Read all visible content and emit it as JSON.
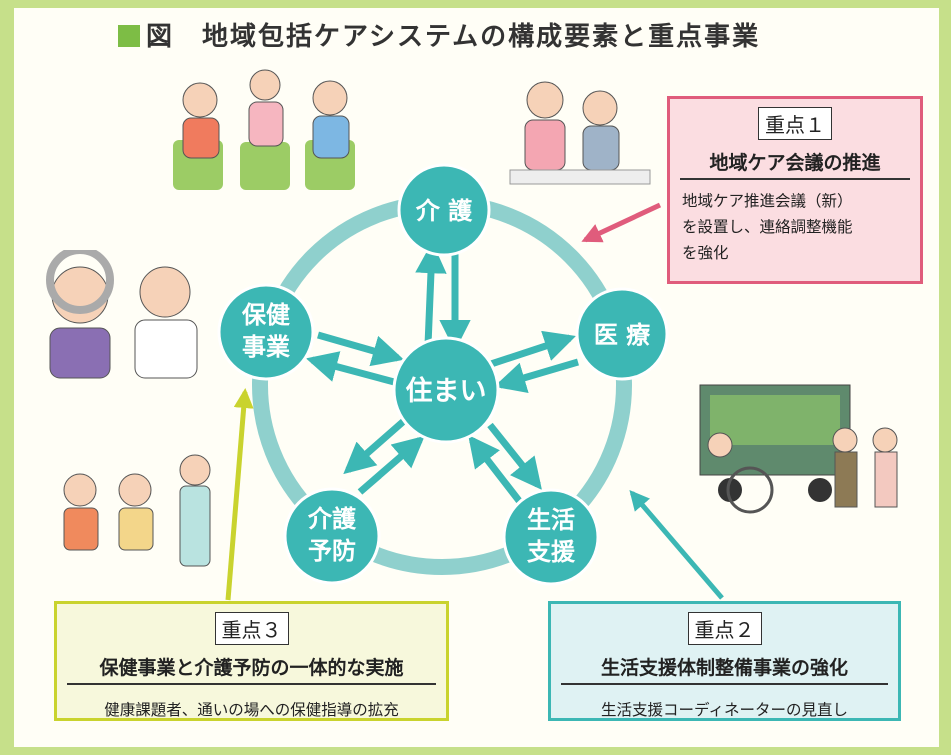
{
  "title": "図　地域包括ケアシステムの構成要素と重点事業",
  "colors": {
    "teal": "#3cb7b4",
    "ring": "#8fd0cd",
    "pink": "#e05c7c",
    "yellow": "#c9d32e",
    "green": "#7dbd45"
  },
  "nodes": {
    "center": "住まい",
    "kaigo": "介 護",
    "iryo": "医 療",
    "seikatsu": [
      "生活",
      "支援"
    ],
    "yobo": [
      "介護",
      "予防"
    ],
    "hoken": [
      "保健",
      "事業"
    ]
  },
  "priority1": {
    "tag": "重点１",
    "heading": "地域ケア会議の推進",
    "body": [
      "地域ケア推進会議（新）",
      "を設置し、連絡調整機能",
      "を強化"
    ]
  },
  "priority2": {
    "tag": "重点２",
    "heading": "生活支援体制整備事業の強化",
    "body": "生活支援コーディネーターの見直し"
  },
  "priority3": {
    "tag": "重点３",
    "heading": "保健事業と介護予防の一体的な実施",
    "body": "健康課題者、通いの場への保健指導の拡充"
  }
}
